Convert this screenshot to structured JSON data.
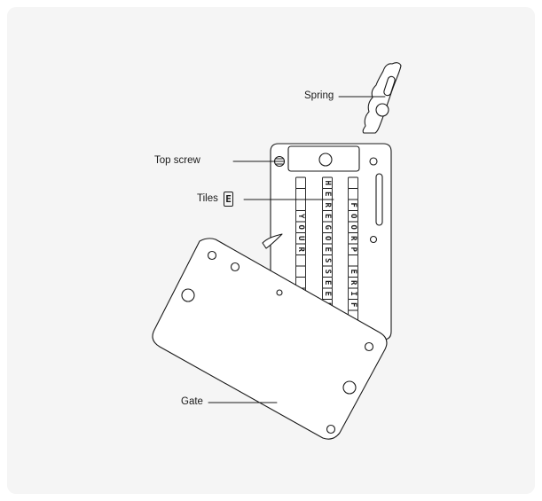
{
  "labels": {
    "spring": "Spring",
    "top_screw": "Top screw",
    "tiles": "Tiles",
    "tiles_example": "E",
    "gate": "Gate"
  },
  "tile_columns": [
    {
      "name": "column-1",
      "letters": [
        "",
        "",
        "",
        "Y",
        "O",
        "U",
        "R",
        "",
        "",
        "",
        "",
        "",
        ""
      ]
    },
    {
      "name": "column-2",
      "letters": [
        "H",
        "E",
        "R",
        "E",
        "G",
        "O",
        "E",
        "S",
        "S",
        "E",
        "E",
        "D",
        ""
      ]
    },
    {
      "name": "column-3",
      "letters": [
        "",
        "",
        "F",
        "O",
        "O",
        "R",
        "P",
        "",
        "E",
        "R",
        "I",
        "F",
        ""
      ]
    }
  ],
  "colors": {
    "background": "#f5f5f5",
    "stroke": "#1a1a1a",
    "fill": "#ffffff"
  }
}
